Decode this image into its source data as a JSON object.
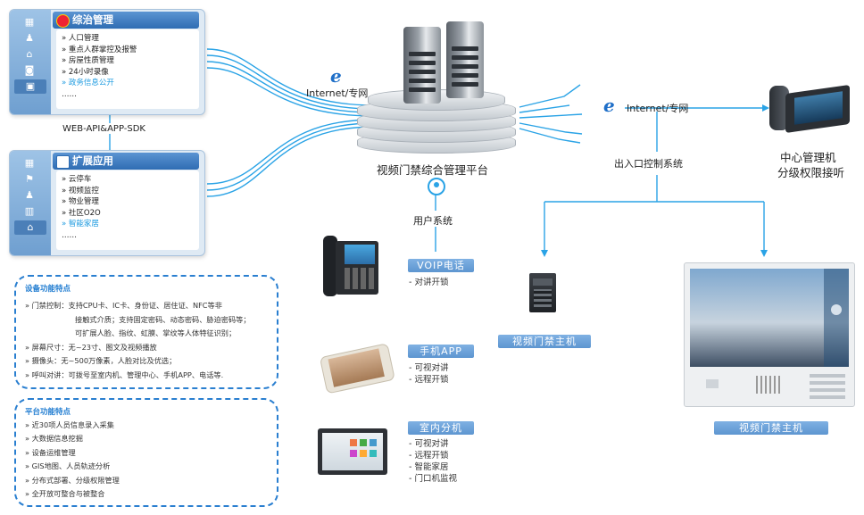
{
  "panel_top": {
    "title": "综治管理",
    "items": [
      "» 人口管理",
      "» 重点人群掌控及报警",
      "» 房屋性质管理",
      "» 24小时录像",
      "» 政务信息公开",
      "……"
    ],
    "highlight_index": 4
  },
  "panel_bottom": {
    "title": "扩展应用",
    "items": [
      "» 云停车",
      "» 视频监控",
      "» 物业管理",
      "» 社区O2O",
      "» 智能家居",
      "……"
    ],
    "highlight_index": 4
  },
  "sdk_label": "WEB-API&APP-SDK",
  "internet_left": "Internet/专网",
  "internet_right": "Internet/专网",
  "platform_label": "视频门禁综合管理平台",
  "user_system_label": "用户系统",
  "entry_system_label": "出入口控制系统",
  "center": {
    "line1": "中心管理机",
    "line2": "分级权限接听"
  },
  "device_features": {
    "title": "设备功能特点",
    "lines": [
      "» 门禁控制：支持CPU卡、IC卡、身份证、居住证、NFC等非",
      "接触式介质；支持固定密码、动态密码、胁迫密码等；",
      "可扩展人脸、指纹、虹膜、掌纹等人体特征识别；",
      "» 屏幕尺寸：无~23寸、图文及视频播放",
      "» 摄像头：无~500万像素，人脸对比及优选；",
      "» 呼叫对讲：可拨号至室内机、管理中心、手机APP、电话等."
    ]
  },
  "platform_features": {
    "title": "平台功能特点",
    "lines": [
      "» 近30项人员信息录入采集",
      "» 大数据信息挖掘",
      "» 设备运维管理",
      "» GIS地图、人员轨迹分析",
      "» 分布式部署、分级权限管理",
      "» 全开放可整合与被整合"
    ]
  },
  "voip": {
    "title": "VOIP电话",
    "features": [
      "- 对讲开锁"
    ]
  },
  "app": {
    "title": "手机APP",
    "features": [
      "- 可视对讲",
      "- 远程开锁"
    ]
  },
  "indoor": {
    "title": "室内分机",
    "features": [
      "- 可视对讲",
      "- 远程开锁",
      "- 智能家居",
      "- 门口机监视"
    ]
  },
  "host_small_label": "视频门禁主机",
  "host_large_label": "视频门禁主机",
  "colors": {
    "accent": "#2a7fd0",
    "line": "#1e9be0",
    "ribbon": "#6aa2da"
  }
}
